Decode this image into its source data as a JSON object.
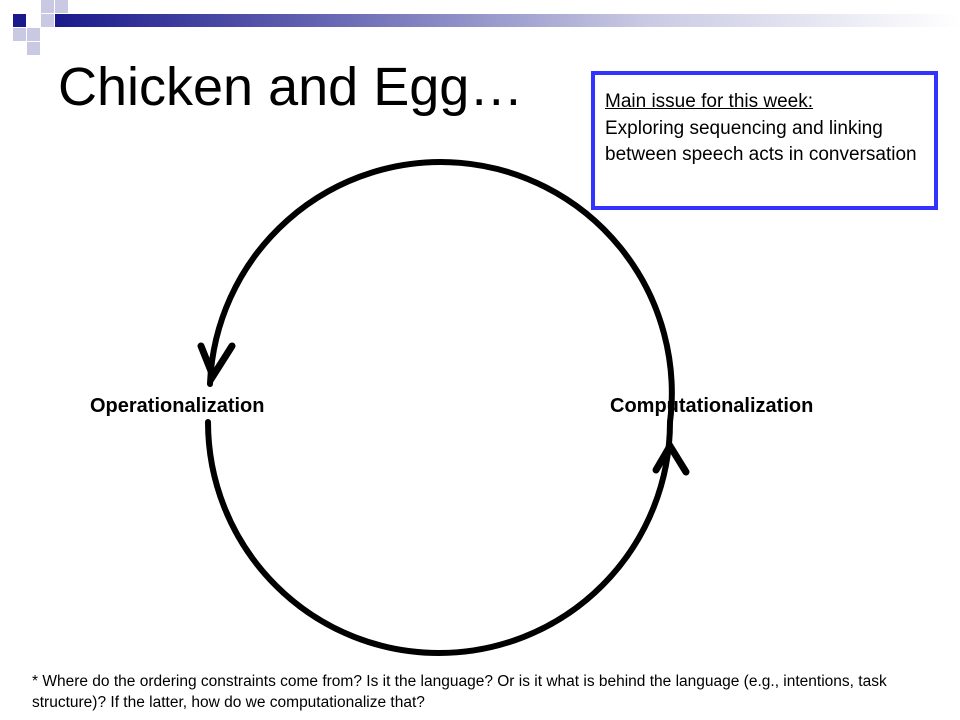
{
  "slide": {
    "title": "Chicken and Egg…",
    "note": {
      "heading": "Main issue for this week:",
      "body": "Exploring sequencing and linking between speech acts in conversation"
    },
    "diagram": {
      "left_label": "Operationalization",
      "right_label": "Computationalization"
    },
    "footnote": "* Where do the ordering constraints come from?  Is it the language?  Or is it what is behind the language (e.g., intentions, task structure)?  If the latter, how do we computationalize that?"
  },
  "colors": {
    "accent_navy": "#1a1a8c",
    "note_border": "#3333ff",
    "light_lavender": "#c9c9e3"
  }
}
